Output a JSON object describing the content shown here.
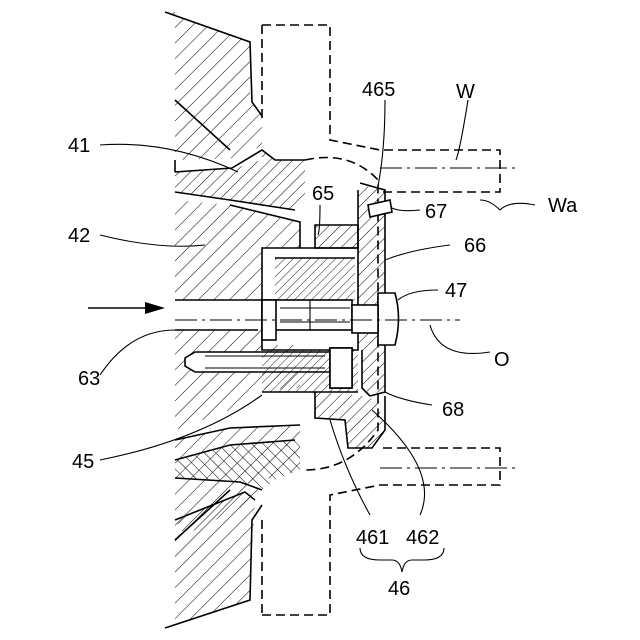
{
  "labels": {
    "l41": "41",
    "l42": "42",
    "l63": "63",
    "l45": "45",
    "l465": "465",
    "lW": "W",
    "lWa": "Wa",
    "l65": "65",
    "l67": "67",
    "l66": "66",
    "l47": "47",
    "lO": "O",
    "l68": "68",
    "l461": "461",
    "l462": "462",
    "l46": "46"
  }
}
